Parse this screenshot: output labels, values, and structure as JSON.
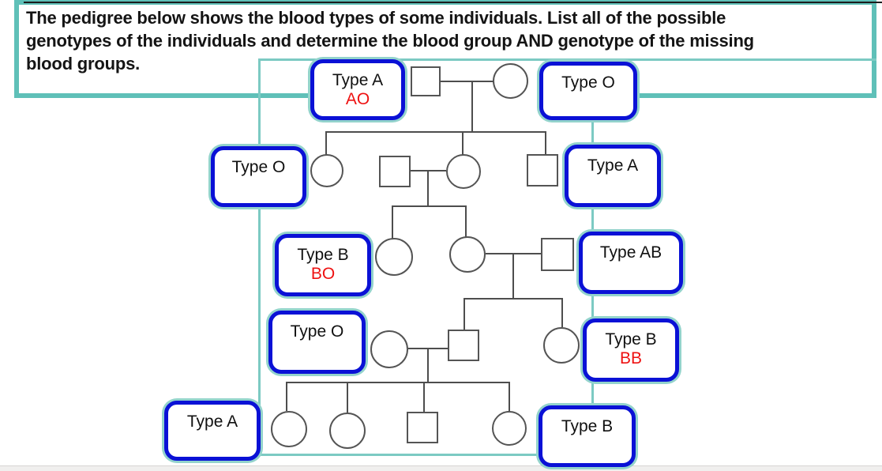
{
  "instruction": {
    "text": "The pedigree below shows the blood types of some individuals. List all of the possible\ngenotypes of the individuals and determine the blood group AND genotype of the missing\nblood groups."
  },
  "labels": {
    "gen1_left": {
      "type": "Type A",
      "genotype": "AO"
    },
    "gen1_right": {
      "type": "Type O",
      "genotype": ""
    },
    "gen2_left": {
      "type": "Type O",
      "genotype": ""
    },
    "gen2_right": {
      "type": "Type A",
      "genotype": ""
    },
    "gen3_left": {
      "type": "Type B",
      "genotype": "BO"
    },
    "gen3_right": {
      "type": "Type AB",
      "genotype": ""
    },
    "gen4_left": {
      "type": "Type O",
      "genotype": ""
    },
    "gen4_right": {
      "type": "Type B",
      "genotype": "BB"
    },
    "gen5_left": {
      "type": "Type A",
      "genotype": ""
    },
    "gen5_right": {
      "type": "Type B",
      "genotype": ""
    }
  },
  "pedigree": {
    "legend": {
      "male_symbol": "square",
      "female_symbol": "circle"
    },
    "generations": [
      {
        "gen": "I",
        "members": [
          {
            "id": "I-1",
            "sex": "male",
            "blood_type": "Type A",
            "genotype": "AO",
            "relation": "father"
          },
          {
            "id": "I-2",
            "sex": "female",
            "blood_type": "Type O",
            "genotype": "",
            "relation": "mother"
          }
        ]
      },
      {
        "gen": "II",
        "members": [
          {
            "id": "II-1",
            "sex": "female",
            "blood_type": "Type O",
            "genotype": "",
            "relation": "daughter"
          },
          {
            "id": "II-2",
            "sex": "male",
            "blood_type": "",
            "genotype": "",
            "relation": "spouse married in"
          },
          {
            "id": "II-3",
            "sex": "female",
            "blood_type": "",
            "genotype": "",
            "relation": "daughter, partner of II-2"
          },
          {
            "id": "II-4",
            "sex": "male",
            "blood_type": "Type A",
            "genotype": "",
            "relation": "son"
          }
        ]
      },
      {
        "gen": "III",
        "members": [
          {
            "id": "III-1",
            "sex": "female",
            "blood_type": "Type B",
            "genotype": "BO",
            "relation": "daughter"
          },
          {
            "id": "III-2",
            "sex": "female",
            "blood_type": "",
            "genotype": "",
            "relation": "daughter, partner of III-3"
          },
          {
            "id": "III-3",
            "sex": "male",
            "blood_type": "Type AB",
            "genotype": "",
            "relation": "spouse married in"
          }
        ]
      },
      {
        "gen": "IV",
        "members": [
          {
            "id": "IV-1",
            "sex": "female",
            "blood_type": "Type O",
            "genotype": "",
            "relation": "spouse married in"
          },
          {
            "id": "IV-2",
            "sex": "male",
            "blood_type": "",
            "genotype": "",
            "relation": "son, partner of IV-1"
          },
          {
            "id": "IV-3",
            "sex": "female",
            "blood_type": "Type B",
            "genotype": "BB",
            "relation": "daughter"
          }
        ]
      },
      {
        "gen": "V",
        "members": [
          {
            "id": "V-1",
            "sex": "female",
            "blood_type": "Type A",
            "genotype": "",
            "relation": "daughter"
          },
          {
            "id": "V-2",
            "sex": "female",
            "blood_type": "",
            "genotype": "",
            "relation": "daughter"
          },
          {
            "id": "V-3",
            "sex": "male",
            "blood_type": "",
            "genotype": "",
            "relation": "son"
          },
          {
            "id": "V-4",
            "sex": "female",
            "blood_type": "Type B",
            "genotype": "",
            "relation": "daughter"
          }
        ]
      }
    ]
  },
  "colors": {
    "teal_border": "#5fc0b8",
    "pedigree_frame_teal": "#7ccac3",
    "label_box_blue": "#0a11d6",
    "genotype_red": "#ee1111",
    "connector_gray": "#4d4d4d"
  }
}
